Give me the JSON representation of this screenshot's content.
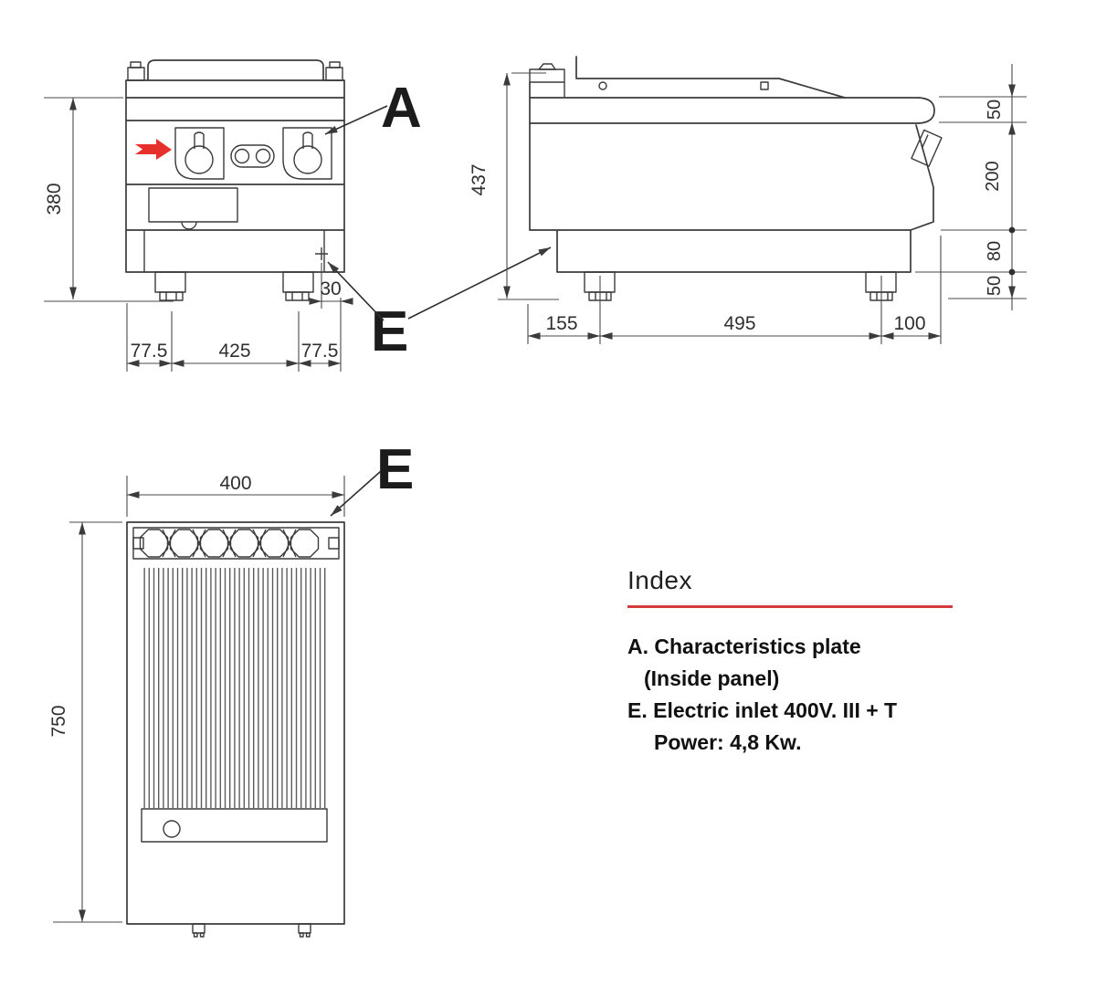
{
  "drawing": {
    "front": {
      "callout_a": "A",
      "callout_e": "E",
      "height": "380",
      "foot_left": "77.5",
      "foot_span": "425",
      "foot_right": "77.5",
      "inlet_offset": "30"
    },
    "side": {
      "height": "437",
      "edge_height": "50",
      "panel_height": "200",
      "plinth_height": "80",
      "foot_height": "50",
      "back_offset": "155",
      "foot_span": "495",
      "front_offset": "100"
    },
    "top": {
      "callout_e": "E",
      "width": "400",
      "depth": "750"
    }
  },
  "index": {
    "title": "Index",
    "items": [
      "A. Characteristics plate",
      "(Inside panel)",
      "E. Electric inlet 400V. III + T",
      "Power: 4,8 Kw."
    ]
  },
  "colors": {
    "line": "#3b3b3b",
    "accent_rule": "#d43b3b",
    "accent_arrow": "#e5302c"
  }
}
